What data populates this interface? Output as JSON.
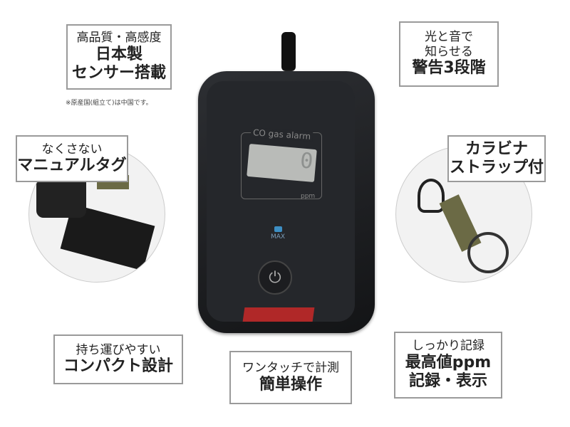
{
  "features": {
    "quality": {
      "line1": "高品質・高感度",
      "line2": "日本製",
      "line3": "センサー搭載",
      "note": "※原産国(組立て)は中国です。"
    },
    "alarm": {
      "line1": "光と音で",
      "line2": "知らせる",
      "line3": "警告3段階"
    },
    "manual": {
      "line1": "なくさない",
      "line2": "マニュアルタグ"
    },
    "carabiner": {
      "line1": "カラビナ",
      "line2": "ストラップ付"
    },
    "portable": {
      "line1": "持ち運びやすい",
      "line2": "コンパクト設計"
    },
    "onetouch": {
      "line1": "ワンタッチで計測",
      "line2": "簡単操作"
    },
    "record": {
      "line1": "しっかり記録",
      "line2": "最高値ppm",
      "line3": "記録・表示"
    }
  },
  "device": {
    "label": "CO gas alarm",
    "reading": "0",
    "unit": "ppm",
    "led_label": "MAX",
    "led_color": "#3d8fc4",
    "power_icon": "power-icon"
  }
}
